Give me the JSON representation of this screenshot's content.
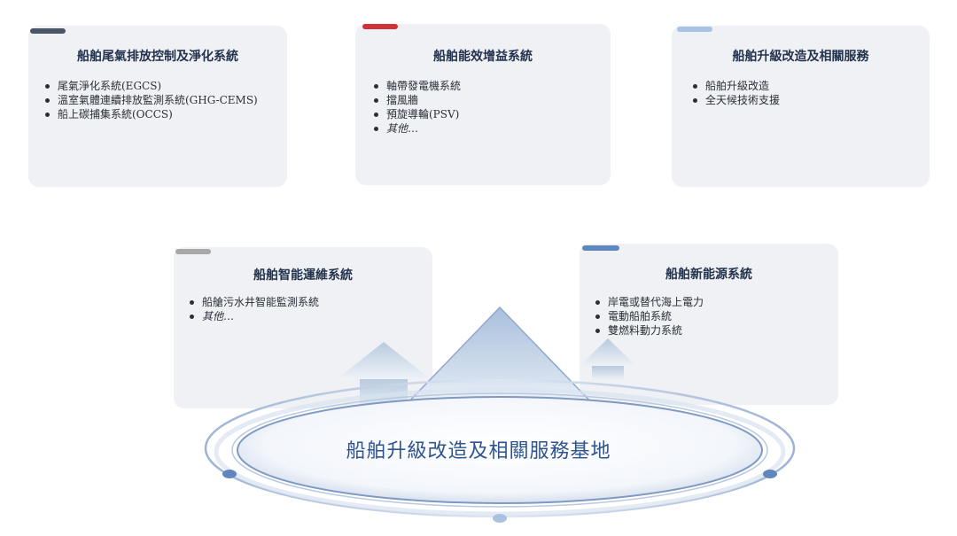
{
  "colors": {
    "card_bg": "#eff1f4",
    "tab_dark": "#4a5568",
    "tab_red": "#d0323a",
    "tab_light_blue": "#a9c4e2",
    "tab_gray": "#a8a8a8",
    "tab_blue": "#5e88c0",
    "title_text": "#23324d",
    "base_text": "#2e5490"
  },
  "cards": [
    {
      "title": "船舶尾氣排放控制及淨化系統",
      "items": [
        "尾氣淨化系統(EGCS)",
        "溫室氣體連續排放監測系統(GHG-CEMS)",
        "船上碳捕集系統(OCCS)"
      ]
    },
    {
      "title": "船舶能效增益系統",
      "items": [
        "軸帶發電機系統",
        "擋風牆",
        "預旋導輪(PSV)",
        "其他…"
      ]
    },
    {
      "title": "船舶升級改造及相關服務",
      "items": [
        "船舶升級改造",
        "全天候技術支援"
      ]
    },
    {
      "title": "船舶智能運維系統",
      "items": [
        "船艙污水井智能監測系統",
        "其他…"
      ]
    },
    {
      "title": "船舶新能源系統",
      "items": [
        "岸電或替代海上電力",
        "電動船舶系統",
        "雙燃料動力系統"
      ]
    }
  ],
  "base": {
    "title": "船舶升級改造及相關服務基地"
  }
}
